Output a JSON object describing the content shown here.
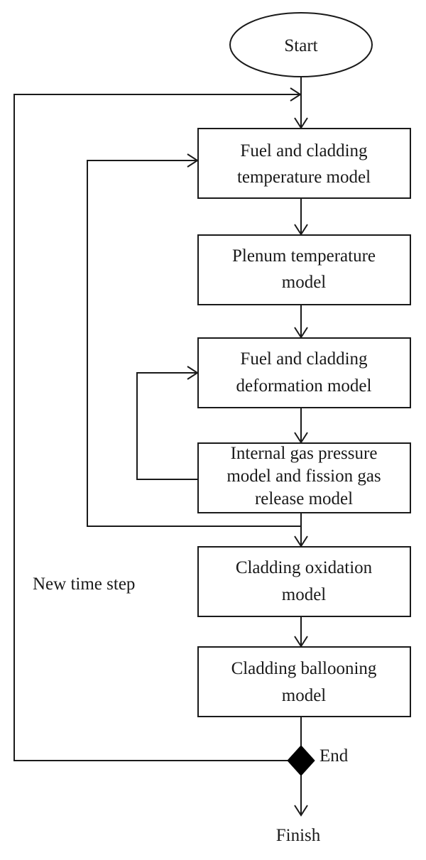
{
  "diagram": {
    "start_label": "Start",
    "finish_label": "Finish",
    "end_label": "End",
    "new_time_step_label": "New time step",
    "steps": [
      {
        "line1": "Fuel and cladding",
        "line2": "temperature model",
        "line3": ""
      },
      {
        "line1": "Plenum temperature",
        "line2": "model",
        "line3": ""
      },
      {
        "line1": "Fuel and cladding",
        "line2": "deformation model",
        "line3": ""
      },
      {
        "line1": "Internal gas pressure",
        "line2": "model and fission gas",
        "line3": "release model"
      },
      {
        "line1": "Cladding oxidation",
        "line2": "model",
        "line3": ""
      },
      {
        "line1": "Cladding ballooning",
        "line2": "model",
        "line3": ""
      }
    ]
  }
}
